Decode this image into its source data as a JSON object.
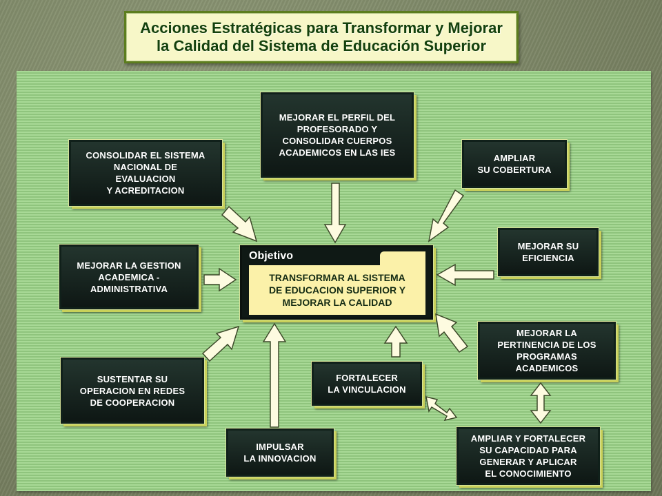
{
  "title": {
    "line1": "Acciones Estratégicas para Transformar y Mejorar",
    "line2": "la Calidad del Sistema de Educación Superior"
  },
  "objective": {
    "label": "Objetivo",
    "lines": [
      "TRANSFORMAR AL SISTEMA",
      "DE EDUCACION SUPERIOR Y",
      "MEJORAR LA CALIDAD"
    ]
  },
  "actions": {
    "perfil": [
      "MEJORAR EL PERFIL DEL",
      "PROFESORADO Y",
      "CONSOLIDAR CUERPOS",
      "ACADEMICOS EN LAS IES"
    ],
    "evaluacion": [
      "CONSOLIDAR EL SISTEMA",
      "NACIONAL DE",
      "EVALUACION",
      "Y ACREDITACION"
    ],
    "cobertura": [
      "AMPLIAR",
      "SU COBERTURA"
    ],
    "gestion": [
      "MEJORAR LA GESTION",
      "ACADEMICA -",
      "ADMINISTRATIVA"
    ],
    "eficiencia": [
      "MEJORAR SU",
      "EFICIENCIA"
    ],
    "pertinencia": [
      "MEJORAR LA",
      "PERTINENCIA DE LOS",
      "PROGRAMAS",
      "ACADEMICOS"
    ],
    "redes": [
      "SUSTENTAR SU",
      "OPERACION EN REDES",
      "DE COOPERACION"
    ],
    "vinculacion": [
      "FORTALECER",
      "LA VINCULACION"
    ],
    "innovacion": [
      "IMPULSAR",
      "LA INNOVACION"
    ],
    "conocimiento": [
      "AMPLIAR Y FORTALECER",
      "SU CAPACIDAD PARA",
      "GENERAR Y APLICAR",
      "EL CONOCIMIENTO"
    ]
  },
  "colors": {
    "title_text": "#14410d",
    "title_border": "#5c7d1e",
    "box_fill": "#1a2923",
    "box_shadow": "#c9d15a",
    "objective_fill": "#fbf1a9",
    "panel_green": "#9ccf8b",
    "arrow_fill": "#fdfbe0"
  }
}
